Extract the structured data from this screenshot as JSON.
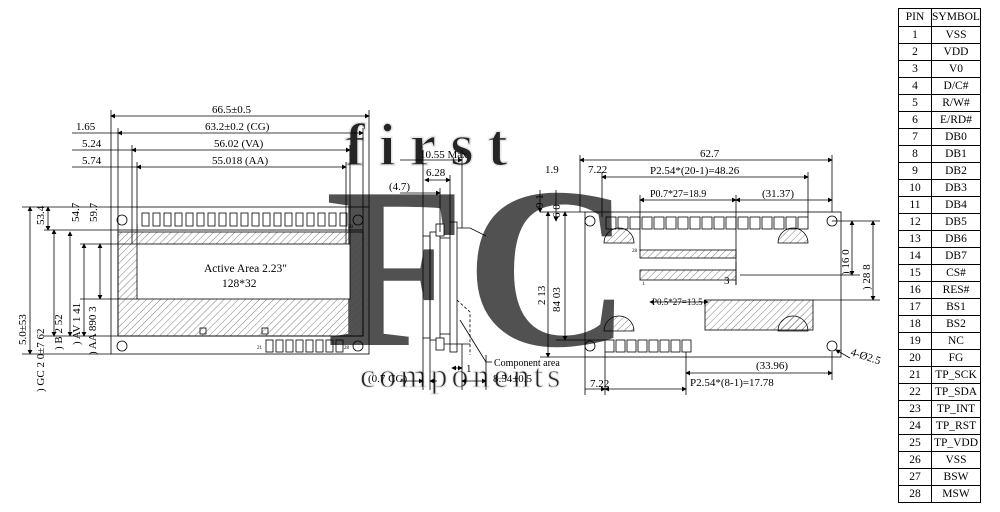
{
  "watermark": {
    "line1": "first",
    "logo": "FC",
    "line2": "components",
    "color": "#c9dbee"
  },
  "front_view": {
    "dims": {
      "overall_width": "66.5±0.5",
      "cg_width": "63.2±0.2 (CG)",
      "va_width": "56.02 (VA)",
      "aa_width": "55.018 (AA)",
      "left_cg": "1.65",
      "left_va": "5.24",
      "left_aa": "5.74",
      "height_total": "5.0±53",
      "height_a": "53.4",
      "height_b": "54.7",
      "height_c": "59.7",
      "v1": ") GC 2 0±7 62",
      "v2": ") B 2 52",
      "v3": ") AV 1 41",
      "v4": ") AA 890 3"
    },
    "active_area_line1": "Active Area 2.23\"",
    "active_area_line2": "128*32",
    "pin_label_1": "1",
    "pin_label_20": "20",
    "pin_label_21": "21",
    "pin_label_28": "28"
  },
  "side_view": {
    "max_thickness": "10.55 Max",
    "dim_a": "(4.7)",
    "dim_b": "6.28",
    "cg_thickness": "(0.7 CG)",
    "dim_c": "1",
    "pin_length": "8.54±0.5",
    "component_label": "Component area"
  },
  "rear_view": {
    "overall_width": "62.7",
    "offset_left": "1.9",
    "offset_pitch": "7.22",
    "pitch_top": "P2.54*(20-1)=48.26",
    "fpc_pitch": "P0.7*27=18.9",
    "fpc_right": "(31.37)",
    "fpc_pitch2": "P0.5*27=13.5",
    "h_small_a": "9 1",
    "h_small_b": "6 0",
    "h_mid": "2 13",
    "h_large": "84 03",
    "h_right_a": ") 16 0",
    "h_right_b": ") 28 8",
    "dim_3": "3",
    "bottom_offset": "7.22",
    "pitch_bottom": "P2.54*(8-1)=17.78",
    "bottom_right": "(33.96)",
    "hole": "4-Ø2.5",
    "fpc_pin_28": "28",
    "fpc_pin_1": "1"
  },
  "pin_table": {
    "headers": [
      "PIN",
      "SYMBOL"
    ],
    "rows": [
      [
        "1",
        "VSS"
      ],
      [
        "2",
        "VDD"
      ],
      [
        "3",
        "V0"
      ],
      [
        "4",
        "D/C#"
      ],
      [
        "5",
        "R/W#"
      ],
      [
        "6",
        "E/RD#"
      ],
      [
        "7",
        "DB0"
      ],
      [
        "8",
        "DB1"
      ],
      [
        "9",
        "DB2"
      ],
      [
        "10",
        "DB3"
      ],
      [
        "11",
        "DB4"
      ],
      [
        "12",
        "DB5"
      ],
      [
        "13",
        "DB6"
      ],
      [
        "14",
        "DB7"
      ],
      [
        "15",
        "CS#"
      ],
      [
        "16",
        "RES#"
      ],
      [
        "17",
        "BS1"
      ],
      [
        "18",
        "BS2"
      ],
      [
        "19",
        "NC"
      ],
      [
        "20",
        "FG"
      ],
      [
        "21",
        "TP_SCK"
      ],
      [
        "22",
        "TP_SDA"
      ],
      [
        "23",
        "TP_INT"
      ],
      [
        "24",
        "TP_RST"
      ],
      [
        "25",
        "TP_VDD"
      ],
      [
        "26",
        "VSS"
      ],
      [
        "27",
        "BSW"
      ],
      [
        "28",
        "MSW"
      ]
    ]
  }
}
